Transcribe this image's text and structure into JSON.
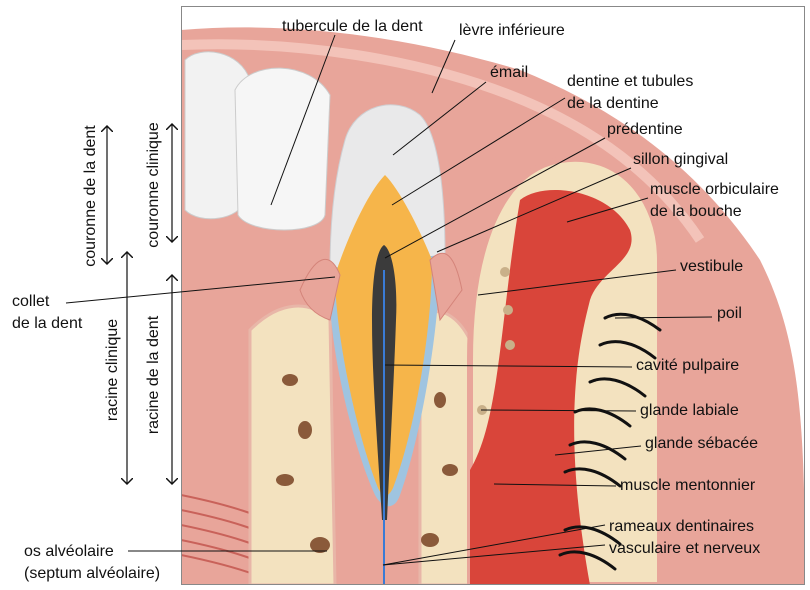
{
  "labels": {
    "tubercule": "tubercule de la dent",
    "levre": "lèvre inférieure",
    "email": "émail",
    "dentine_1": "dentine et tubules",
    "dentine_2": "de la dentine",
    "predentine": "prédentine",
    "sillon": "sillon gingival",
    "orbiculaire_1": "muscle orbiculaire",
    "orbiculaire_2": "de la bouche",
    "vestibule": "vestibule",
    "poil": "poil",
    "cavite": "cavité pulpaire",
    "glande_labiale": "glande labiale",
    "glande_sebacee": "glande sébacée",
    "mentonnier": "muscle  mentonnier",
    "rameaux_1": "rameaux dentinaires",
    "rameaux_2": "vasculaire et nerveux",
    "collet_1": "collet",
    "collet_2": "de la dent",
    "os_1": "os alvéolaire",
    "os_2": "(septum alvéolaire)"
  },
  "ranges": {
    "couronne_dent": "couronne de la dent",
    "couronne_clinique": "couronne clinique",
    "racine_clinique": "racine clinique",
    "racine_dent": "racine de la dent"
  },
  "colors": {
    "gum": "#e8a59a",
    "lip_muscle": "#d9453a",
    "bone": "#f3e2bf",
    "enamel": "#e9e9ea",
    "dentin": "#f6b54a",
    "pulp": "#3b3b3b",
    "cementum": "#9fc4e0"
  }
}
